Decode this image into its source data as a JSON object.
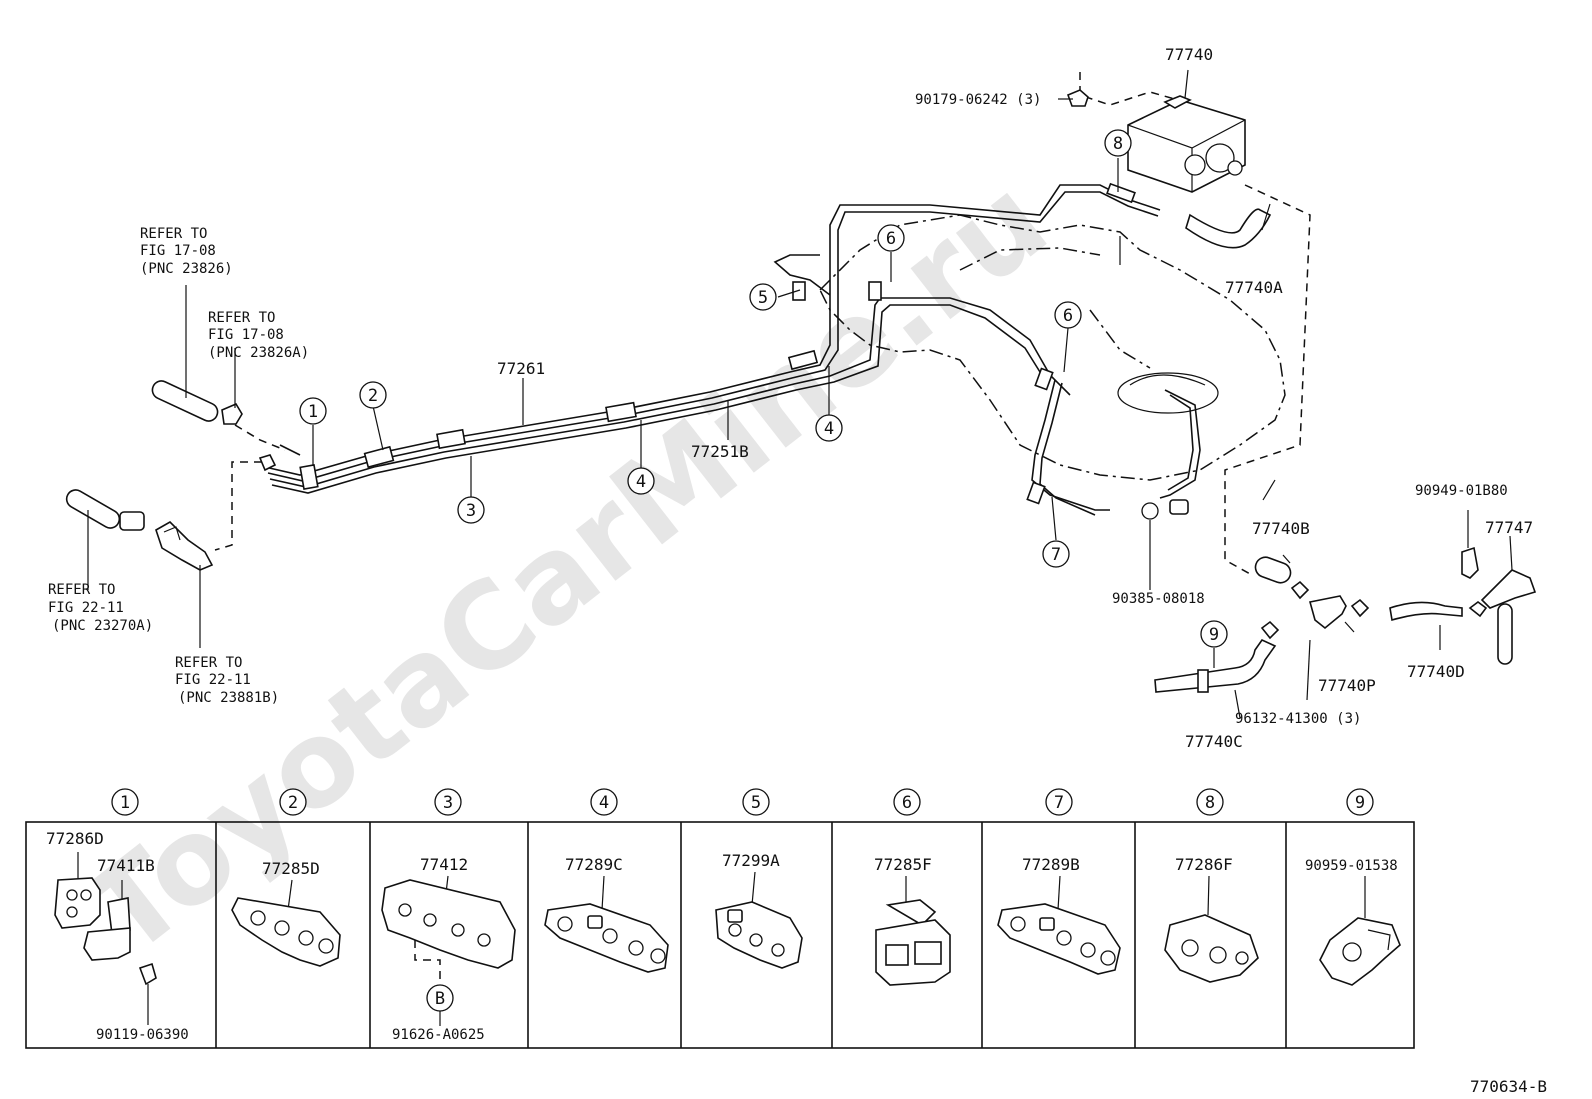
{
  "watermark": "ToyotaCarMine.ru",
  "figure_code": "770634-B",
  "main_labels": {
    "canister": "77740",
    "canister_bolt": "90179-06242 (3)",
    "hose_a": "77740A",
    "tube_upper": "77261",
    "tube_lower": "77251B",
    "gasket": "90385-08018",
    "hose_b": "77740B",
    "clip_9094": "90949-01B80",
    "hose_47": "77747",
    "hose_p": "77740P",
    "hose_d": "77740D",
    "clip_96132": "96132-41300 (3)",
    "hose_c": "77740C"
  },
  "refer_notes": {
    "note1": [
      "REFER TO",
      "FIG 17-08",
      "(PNC 23826)"
    ],
    "note2": [
      "REFER TO",
      "FIG 17-08",
      "(PNC 23826A)"
    ],
    "note3": [
      "REFER TO",
      "FIG 22-11",
      "(PNC 23270A)"
    ],
    "note4": [
      "REFER TO",
      "FIG 22-11",
      "(PNC 23881B)"
    ]
  },
  "callouts": {
    "c1": "1",
    "c2": "2",
    "c3": "3",
    "c4": "4",
    "c5": "5",
    "c6": "6",
    "c7": "7",
    "c8": "8",
    "c9": "9"
  },
  "b_marker": "B",
  "panels": [
    {
      "index": "1",
      "parts": [
        "77286D",
        "77411B",
        "90119-06390"
      ]
    },
    {
      "index": "2",
      "parts": [
        "77285D"
      ]
    },
    {
      "index": "3",
      "parts": [
        "77412",
        "91626-A0625"
      ]
    },
    {
      "index": "4",
      "parts": [
        "77289C"
      ]
    },
    {
      "index": "5",
      "parts": [
        "77299A"
      ]
    },
    {
      "index": "6",
      "parts": [
        "77285F"
      ]
    },
    {
      "index": "7",
      "parts": [
        "77289B"
      ]
    },
    {
      "index": "8",
      "parts": [
        "77286F"
      ]
    },
    {
      "index": "9",
      "parts": [
        "90959-01538"
      ]
    }
  ]
}
